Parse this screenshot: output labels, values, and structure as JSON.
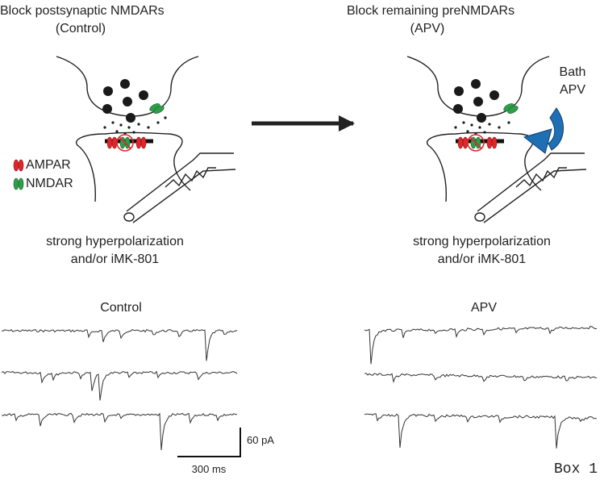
{
  "left_panel": {
    "title_line1": "Block postsynaptic NMDARs",
    "title_line2": "(Control)",
    "caption_line1": "strong hyperpolarization",
    "caption_line2": "and/or iMK-801",
    "trace_title": "Control"
  },
  "right_panel": {
    "title_line1": "Block remaining preNMDARs",
    "title_line2": "(APV)",
    "bath_line1": "Bath",
    "bath_line2": "APV",
    "caption_line1": "strong hyperpolarization",
    "caption_line2": "and/or iMK-801",
    "trace_title": "APV"
  },
  "legend": {
    "ampar": "AMPAR",
    "nmdar": "NMDAR"
  },
  "scalebar": {
    "current": "60 pA",
    "time": "300 ms"
  },
  "box_label": "Box 1",
  "colors": {
    "ampar": "#e0262b",
    "nmdar": "#2f9e4a",
    "arrow_blue": "#1f6fb5",
    "ink": "#222222"
  }
}
